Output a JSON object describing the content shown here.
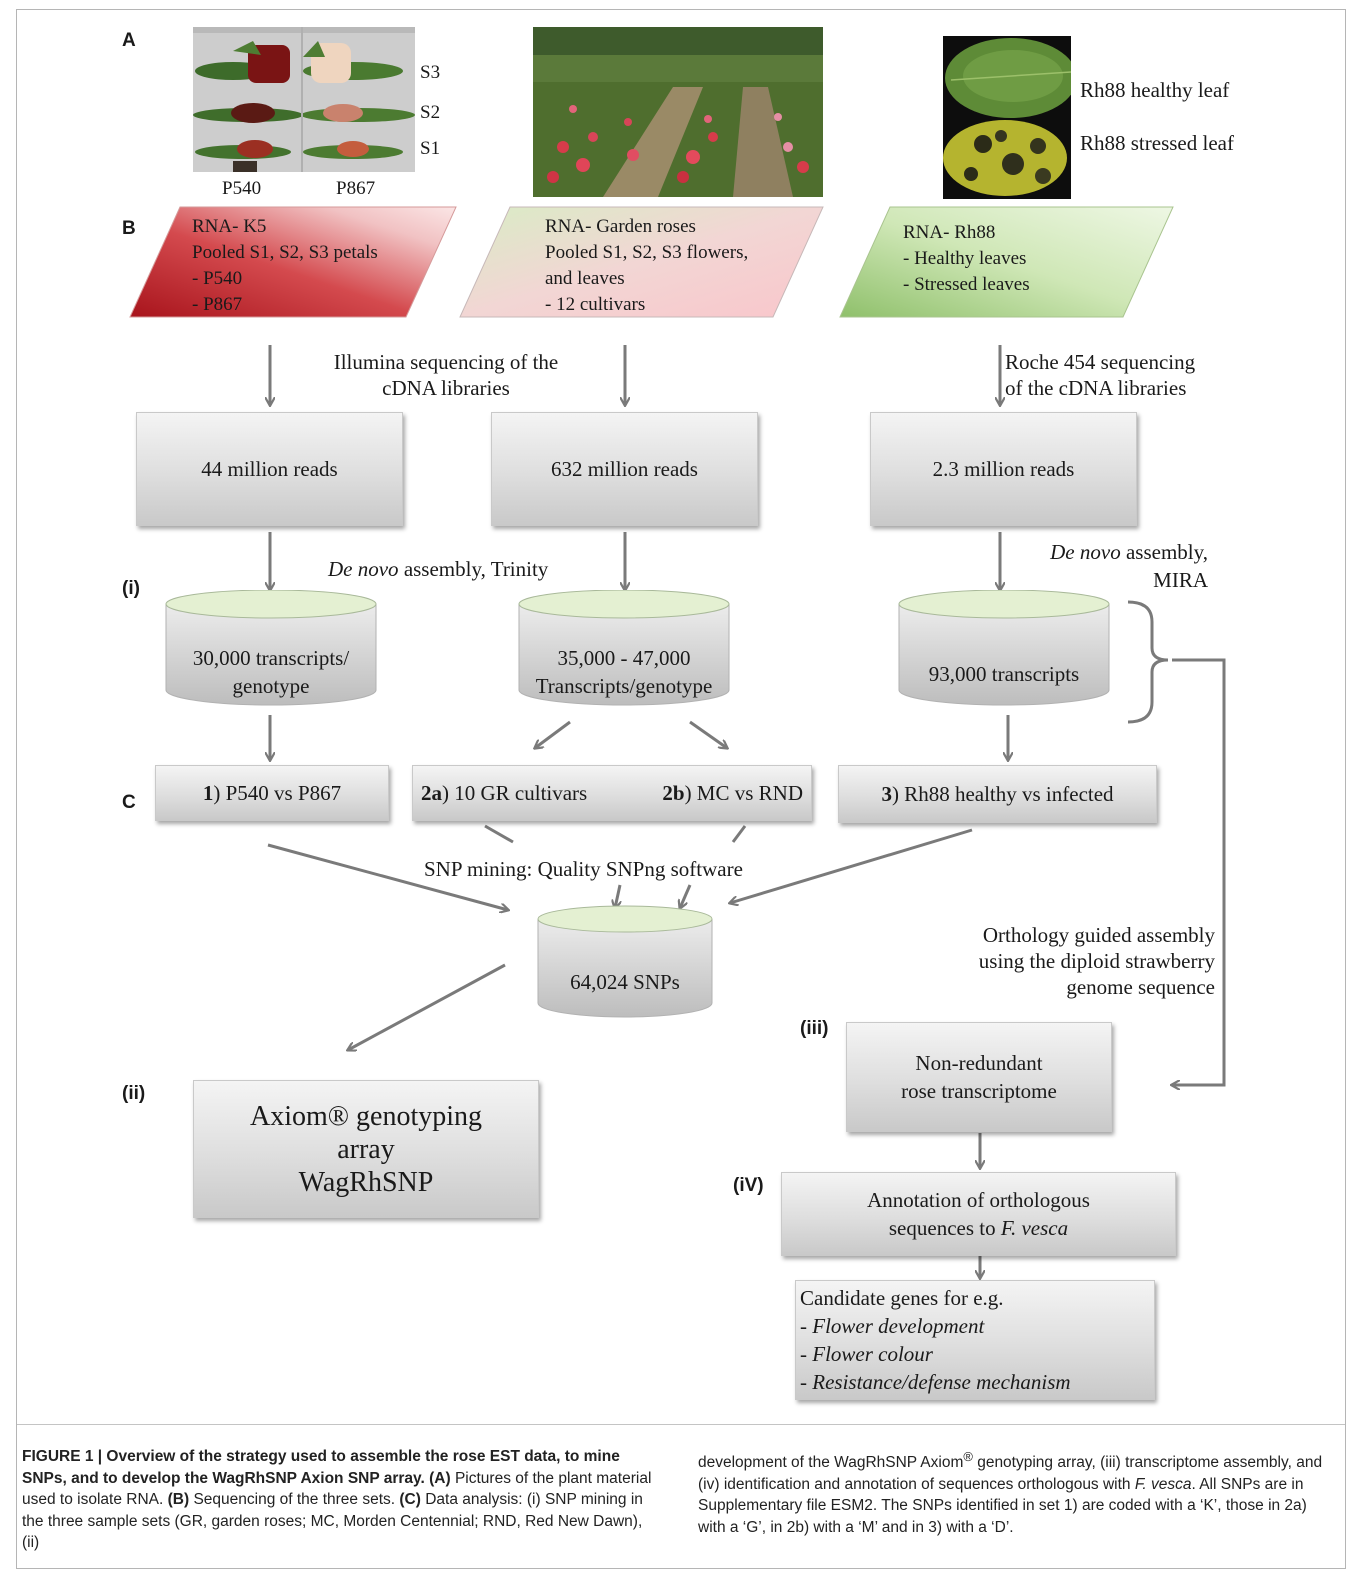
{
  "figure": {
    "panel_letters": {
      "a": "A",
      "b": "B",
      "c": "C"
    },
    "roman": {
      "i": "(i)",
      "ii": "(ii)",
      "iii": "(iii)",
      "iv": "(iV)"
    },
    "photos": {
      "petal_labels": {
        "s3": "S3",
        "s2": "S2",
        "s1": "S1",
        "p540": "P540",
        "p867": "P867"
      },
      "leaf_labels": {
        "healthy": "Rh88 healthy leaf",
        "stressed": "Rh88 stressed leaf"
      }
    },
    "rna_inputs": [
      {
        "text": "RNA- K5\nPooled S1, S2, S3 petals\n- P540\n- P867"
      },
      {
        "text": "RNA- Garden roses\nPooled S1, S2, S3 flowers,\nand leaves\n- 12 cultivars"
      },
      {
        "text": "RNA- Rh88\n- Healthy leaves\n- Stressed leaves"
      }
    ],
    "sequencing": {
      "illumina": "Illumina sequencing of the\ncDNA libraries",
      "roche": "Roche 454 sequencing\nof the cDNA libraries"
    },
    "reads": [
      "44 million reads",
      "632 million reads",
      "2.3 million reads"
    ],
    "assembly": {
      "trinity_italic": "De novo",
      "trinity_rest": " assembly, Trinity",
      "mira_italic": "De novo",
      "mira_rest": " assembly,",
      "mira_line2": "MIRA"
    },
    "transcripts": [
      "30,000  transcripts/\ngenotype",
      "35,000 - 47,000\nTranscripts/genotype",
      "93,000  transcripts"
    ],
    "comparisons": {
      "set1_num": "1",
      "set1_text": ") P540 vs P867",
      "set2a_num": "2a",
      "set2a_text": ") 10 GR cultivars",
      "set2b_num": "2b",
      "set2b_text": ") MC vs RND",
      "set3_num": "3",
      "set3_text": ") Rh88 healthy vs infected"
    },
    "snp_mining": "SNP mining: Quality SNPng software",
    "snps": "64,024 SNPs",
    "axiom": "Axiom® genotyping\narray\nWagRhSNP",
    "orthology": "Orthology guided assembly\nusing the diploid strawberry\ngenome sequence",
    "nonredundant": "Non-redundant\nrose transcriptome",
    "annotation_line1": "Annotation of orthologous",
    "annotation_line2a": "sequences to ",
    "annotation_line2b": "F. vesca",
    "candidates": {
      "heading": "Candidate genes for e.g.",
      "items": [
        "- Flower development",
        "- Flower colour",
        "- Resistance/defense mechanism"
      ]
    }
  },
  "caption": {
    "title": "FIGURE 1 | Overview of the strategy used to assemble the rose EST data, to mine SNPs, and to develop the WagRhSNP Axion SNP array.",
    "a_label": "(A)",
    "a_text": " Pictures of the plant material used to isolate RNA. ",
    "b_label": "(B)",
    "b_text": " Sequencing of the three sets. ",
    "c_label": "(C)",
    "c_text": " Data analysis: (i) SNP mining in the three sample sets (GR, garden roses; MC, Morden Centennial; RND, Red New Dawn), (ii)",
    "right_1": "development of the WagRhSNP Axiom",
    "right_sup": "®",
    "right_2": " genotyping array, (iii) transcriptome assembly, and (iv) identification and annotation of sequences orthologous with ",
    "right_species": "F. vesca",
    "right_3": ". All SNPs are in Supplementary file ESM2. The SNPs identified in set 1) are coded with a ‘K’, those in 2a) with a ‘G’, in 2b) with a ‘M’ and in 3) with a ‘D’."
  }
}
